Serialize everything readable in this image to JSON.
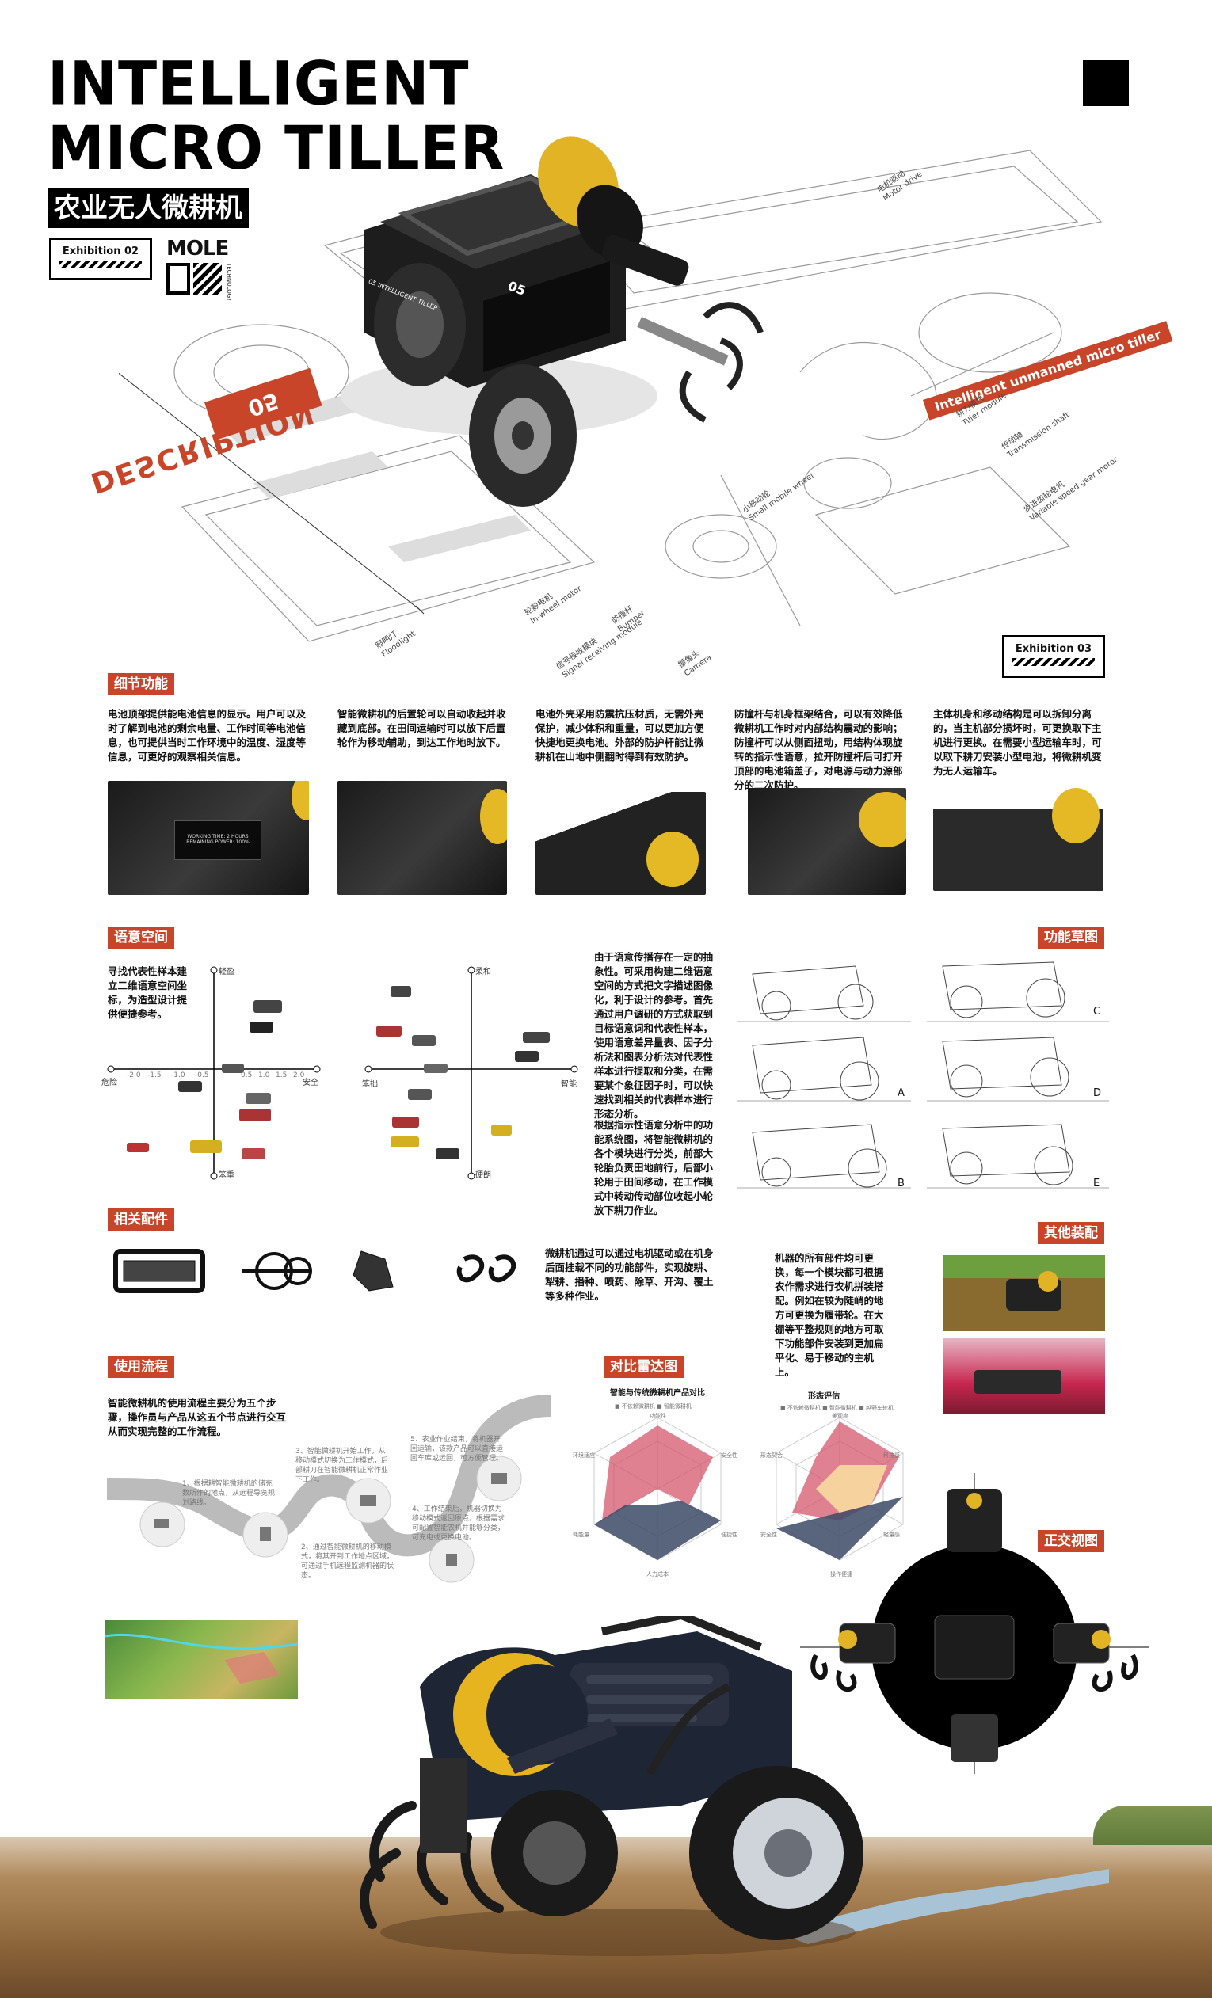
{
  "header": {
    "title_line1": "INTELLIGENT",
    "title_line2": "MICRO TILLER",
    "subtitle_cn": "农业无人微耕机",
    "exhibition_left": "Exhibition 02",
    "exhibition_right": "Exhibition 03",
    "brand": "MOLE",
    "brand_sub": "TECHNOLOGY"
  },
  "hero": {
    "description_label": "DESCRIPTION",
    "description_num": "05",
    "model_text": "05 INTELLIGENT TILLER",
    "diagonal_banner": "Intelligent unmanned micro tiller",
    "callouts": [
      {
        "cn": "电机驱动",
        "en": "Motor drive"
      },
      {
        "cn": "耕刀模块",
        "en": "Tiller module"
      },
      {
        "cn": "传动轴",
        "en": "Transmission shaft"
      },
      {
        "cn": "小移动轮",
        "en": "Small mobile wheel"
      },
      {
        "cn": "步进齿轮电机",
        "en": "Variable speed gear motor"
      },
      {
        "cn": "轮毂电机",
        "en": "In-wheel motor"
      },
      {
        "cn": "防撞杆",
        "en": "Bumper"
      },
      {
        "cn": "信号接收模块",
        "en": "Signal receiving module"
      },
      {
        "cn": "摄像头",
        "en": "Camera"
      },
      {
        "cn": "照明灯",
        "en": "Floodlight"
      }
    ]
  },
  "details": {
    "heading": "细节功能",
    "columns": [
      "电池顶部提供能电池信息的显示。用户可以及时了解到电池的剩余电量、工作时间等电池信息，也可提供当时工作环境中的温度、湿度等信息，可更好的观察相关信息。",
      "智能微耕机的后置轮可以自动收起并收藏到底部。在田间运输时可以放下后置轮作为移动辅助，到达工作地时放下。",
      "电池外壳采用防震抗压材质，无需外壳保护，减少体积和重量，可以更加方便快捷地更换电池。外部的防护杆能让微耕机在山地中侧翻时得到有效防护。",
      "防撞杆与机身框架结合，可以有效降低微耕机工作时对内部结构震动的影响；防撞杆可以从侧面扭动，用结构体现旋转的指示性语意，拉开防撞杆后可打开顶部的电池箱盖子，对电源与动力源部分的二次防护。",
      "主体机身和移动结构是可以拆卸分离的，当主机部分损坏时，可更换取下主机进行更换。在需要小型运输车时，可以取下耕刀安装小型电池，将微耕机变为无人运输车。"
    ],
    "battery_label1": "WORKING TIME: 2 HOURS",
    "battery_label2": "REMAINING POWER: 100%"
  },
  "semantic": {
    "heading": "语意空间",
    "intro": "寻找代表性样本建立二维语意空间坐标，为造型设计提供便捷参考。",
    "chart1": {
      "top": "轻盈",
      "bottom": "笨重",
      "left": "危险",
      "right": "安全"
    },
    "chart2": {
      "top": "柔和",
      "bottom": "硬朗",
      "left": "笨拙",
      "right": "智能"
    },
    "ticks_pos": [
      "0.5",
      "1.0",
      "1.5",
      "2.0"
    ],
    "ticks_neg": [
      "-0.5",
      "-1.0",
      "-1.5",
      "-2.0"
    ],
    "text1": "由于语意传播存在一定的抽象性。可采用构建二维语意空间的方式把文字描述图像化，利于设计的参考。首先通过用户调研的方式获取到目标语意词和代表性样本，使用语意差异量表、因子分析法和图表分析法对代表性样本进行提取和分类，在需要某个象征因子时，可以快速找到相关的代表样本进行形态分析。",
    "text2": "根据指示性语意分析中的功能系统图，将智能微耕机的各个模块进行分类，前部大轮胎负责田地前行，后部小轮用于田间移动，在工作模式中转动传动部位收起小轮放下耕刀作业。"
  },
  "sketch": {
    "heading": "功能草图",
    "labels": [
      "A",
      "B",
      "C",
      "D",
      "E"
    ]
  },
  "accessories": {
    "heading": "相关配件",
    "text": "微耕机通过可以通过电机驱动或在机身后面挂载不同的功能部件，实现旋耕、犁耕、播种、喷药、除草、开沟、覆土等多种作业。"
  },
  "assembly": {
    "heading": "其他装配",
    "text": "机器的所有部件均可更换，每一个模块都可根据农作需求进行农机拼装搭配。例如在较为陡峭的地方可更换为履带轮。在大棚等平整规则的地方可取下功能部件安装到更加扁平化、易于移动的主机上。"
  },
  "process": {
    "heading": "使用流程",
    "intro": "智能微耕机的使用流程主要分为五个步骤，操作员与产品从这五个节点进行交互从而实现完整的工作流程。",
    "steps": [
      "1、根据耕智能微耕机的储充数所作的地点，从远程导览规划路线。",
      "2、通过智能微耕机的移动模式，将其开到工作地点区域，可通过手机远程监测机器的状态。",
      "3、智能微耕机开始工作，从移动模式切换为工作模式，后部耕刀在智能微耕机正常作业下工作。",
      "4、工作结束后，机器切换为移动模式返回原点，根据需求可配置智能农机并能够分类，可充电或更换电池。",
      "5、农业作业结束，将机器开回运输，该款产品可以直接运回车库或运回，可方便管理。"
    ]
  },
  "radar": {
    "heading": "对比雷达图",
    "chart1_title": "智能与传统微耕机产品对比",
    "chart2_title": "形态评估",
    "legend1": [
      "不依赖微耕机",
      "智能微耕机"
    ],
    "legend2": [
      "不依赖微耕机",
      "智能微耕机",
      "越野车轮机"
    ],
    "axes1": [
      "环境适应",
      "安全性",
      "便捷性",
      "人力成本",
      "耗能量",
      "功能性"
    ],
    "axes2": [
      "美观度",
      "科技感",
      "轻量感",
      "操作便捷",
      "安全性",
      "形态契合"
    ]
  },
  "ortho": {
    "heading": "正交视图"
  }
}
